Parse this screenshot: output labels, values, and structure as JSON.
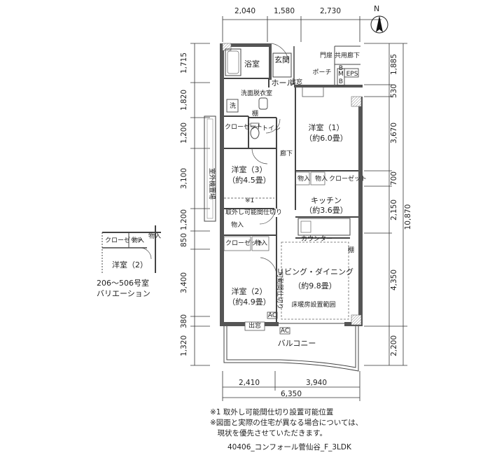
{
  "compass": {
    "north": "N"
  },
  "dimensions": {
    "top": [
      "2,040",
      "1,580",
      "2,730"
    ],
    "left": [
      "1,715",
      "1,820",
      "1,200",
      "3,100",
      "1,200",
      "850",
      "3,400",
      "380",
      "1,320"
    ],
    "right": [
      "1,885",
      "530",
      "3,670",
      "700",
      "2,150",
      "4,350",
      "2,200"
    ],
    "right_total": "10,870",
    "bottom": [
      "2,410",
      "3,940"
    ],
    "bottom_total": "6,350"
  },
  "rooms": {
    "bath": "浴室",
    "entrance": "玄関",
    "hall": "ホール",
    "porch": "ポーチ",
    "gate": "門扉",
    "common_corridor": "共用廊下",
    "eps": "EPS",
    "mb_m": "M",
    "mb_b": "B",
    "b_small": "B",
    "window_top": "出窓",
    "wash_room": "洗面脱衣室",
    "wash": "洗",
    "shelf1": "棚",
    "closet1": "クローゼット",
    "toilet": "トイレ",
    "corridor": "廊下",
    "western1": "洋室（1）",
    "western1_size": "（約6.0畳）",
    "outdoor_unit": "室外機置場",
    "western3": "洋室（3）",
    "western3_size": "（約4.5畳）",
    "storage1": "物入",
    "storage2": "物入",
    "closet2": "クローゼット",
    "note_mark": "※1",
    "partition_text": "取外し可能間仕切り",
    "storage3": "物入",
    "kitchen": "キッチン",
    "kitchen_size": "（約3.6畳）",
    "closet3": "クローゼット",
    "storage4": "物入",
    "counter": "カウンター",
    "shelf2": "棚",
    "living": "リビング・ダイニング",
    "living_size": "（約9.8畳）",
    "movable_partition": "可動間仕切り",
    "western2": "洋室（2）",
    "western2_size": "（約4.9畳）",
    "floor_heating": "床暖房設置範囲",
    "ac1": "AC",
    "ac2": "AC",
    "window_bottom": "出窓",
    "balcony": "バルコニー"
  },
  "variation": {
    "closet": "クローゼット",
    "storage": "物入",
    "storage_side": "物入",
    "room": "洋室（2）",
    "caption_line1": "206～506号室",
    "caption_line2": "バリエーション"
  },
  "notes": [
    "※1  取外し可能間仕切り設置可能位置",
    "※図面と実際の住宅が異なる場合については、",
    "　現状を優先させていただきます。"
  ],
  "footer": "40406_コンフォール菅仙谷_F_3LDK"
}
